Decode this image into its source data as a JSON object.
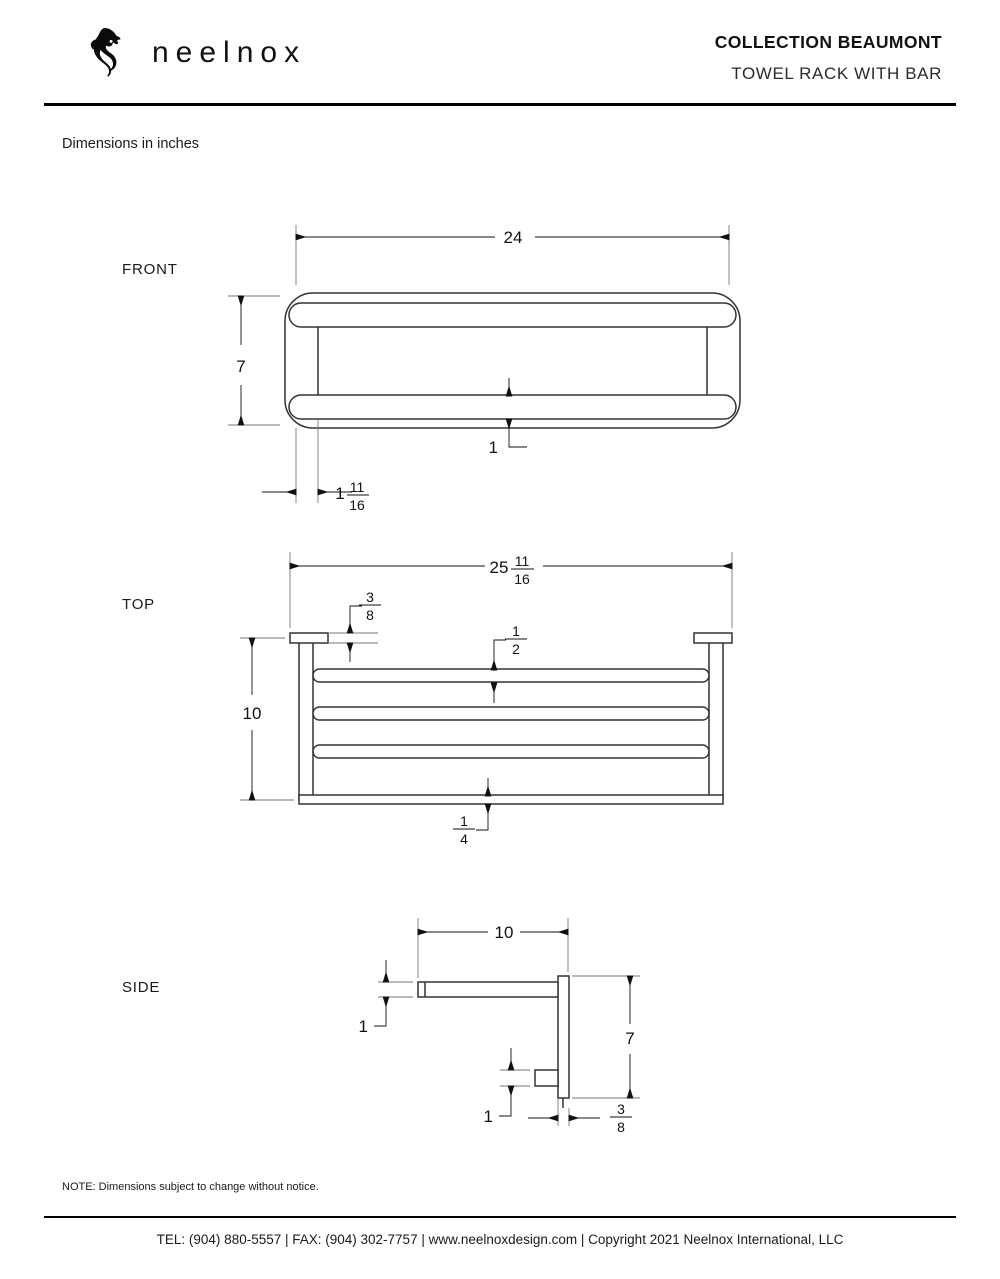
{
  "header": {
    "brand": "neelnox",
    "logo_icon": "horse-head-logo",
    "collection": "COLLECTION BEAUMONT",
    "product": "TOWEL RACK WITH BAR"
  },
  "units_note": "Dimensions in inches",
  "views": {
    "front": {
      "label": "FRONT"
    },
    "top": {
      "label": "TOP"
    },
    "side": {
      "label": "SIDE"
    }
  },
  "dimensions": {
    "front": {
      "width": "24",
      "height": "7",
      "bar_thickness": "1",
      "post_offset_whole": "1",
      "post_offset_num": "11",
      "post_offset_den": "16"
    },
    "top": {
      "overall_width_whole": "25",
      "overall_width_num": "11",
      "overall_width_den": "16",
      "depth": "10",
      "plate_thickness_num": "3",
      "plate_thickness_den": "8",
      "bar_dia_num": "1",
      "bar_dia_den": "2",
      "rail_thickness_num": "1",
      "rail_thickness_den": "4"
    },
    "side": {
      "arm_length": "10",
      "height": "7",
      "arm_thickness_top": "1",
      "arm_thickness_bottom": "1",
      "plate_thickness_num": "3",
      "plate_thickness_den": "8"
    }
  },
  "footer": {
    "note": "NOTE: Dimensions subject to change without notice.",
    "contact": "TEL: (904) 880-5557 | FAX: (904) 302-7757 | www.neelnoxdesign.com | Copyright 2021 Neelnox International, LLC"
  },
  "colors": {
    "ink": "#1a1a1a",
    "line": "#333333",
    "rule": "#000000",
    "background": "#ffffff"
  }
}
